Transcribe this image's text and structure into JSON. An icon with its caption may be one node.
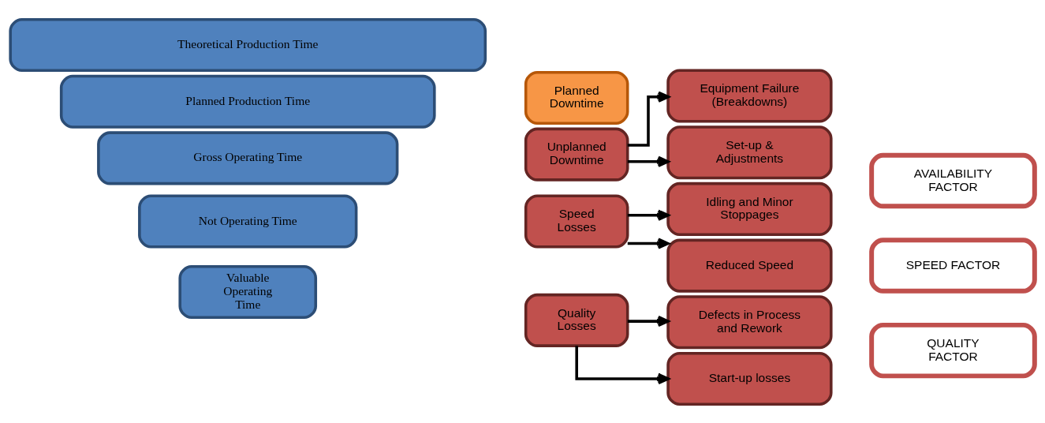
{
  "diagram": {
    "nodes": [
      {
        "text": [
          "Theoretical Production Time"
        ]
      },
      {
        "text": [
          "Planned Production Time"
        ]
      },
      {
        "text": [
          "Planned Downtime"
        ]
      },
      {
        "text": [
          "Gross Operating Time"
        ]
      },
      {
        "text": [
          "Unplanned Downtime"
        ]
      },
      {
        "text": [
          "Not Operating Time"
        ]
      },
      {
        "text": [
          "Speed Losses"
        ]
      },
      {
        "text": [
          "Valuable Operating Time"
        ]
      },
      {
        "text": [
          "Quality Losses"
        ]
      },
      {
        "text": [
          "Equipment Failure (Breakdowns)"
        ]
      },
      {
        "text": [
          "Set-up & Adjustments"
        ]
      },
      {
        "text": [
          "Idling and Minor Stoppages"
        ]
      },
      {
        "text": [
          "Reduced Speed"
        ]
      },
      {
        "text": [
          "Defects in Process and Rework"
        ]
      },
      {
        "text": [
          "Start-up losses"
        ]
      },
      {
        "text": [
          "AVAILABILITY FACTOR"
        ]
      },
      {
        "text": [
          "SPEED FACTOR"
        ]
      },
      {
        "text": [
          "QUALITY FACTOR"
        ]
      }
    ],
    "edges": [
      {
        "from": 4,
        "to": 9,
        "arrow": "to"
      },
      {
        "from": 4,
        "to": 10,
        "arrow": "to"
      },
      {
        "from": 6,
        "to": 11,
        "arrow": "to"
      },
      {
        "from": 6,
        "to": 12,
        "arrow": "to"
      },
      {
        "from": 8,
        "to": 13,
        "arrow": "to"
      },
      {
        "from": 8,
        "to": 14,
        "arrow": "to"
      }
    ]
  }
}
